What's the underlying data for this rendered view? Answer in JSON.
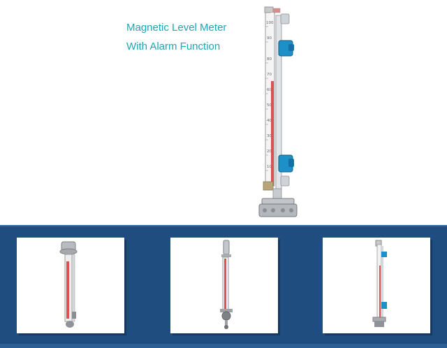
{
  "title": {
    "line1": "Magnetic Level Meter",
    "line2": "With Alarm Function"
  },
  "hero_image": {
    "name": "magnetic-level-meter-with-alarm",
    "scale_labels": [
      "100",
      "90",
      "80",
      "70",
      "60",
      "50",
      "40",
      "30",
      "20",
      "10"
    ]
  },
  "thumbnails": [
    {
      "name": "level-meter-top-mounted"
    },
    {
      "name": "level-meter-top-flange-float"
    },
    {
      "name": "level-meter-side-mounted-alarm"
    }
  ],
  "colors": {
    "title_text": "#1ba6b4",
    "band_background": "#1f4d80",
    "scale_red": "#d9534f",
    "alarm_switch": "#1e90c8"
  }
}
